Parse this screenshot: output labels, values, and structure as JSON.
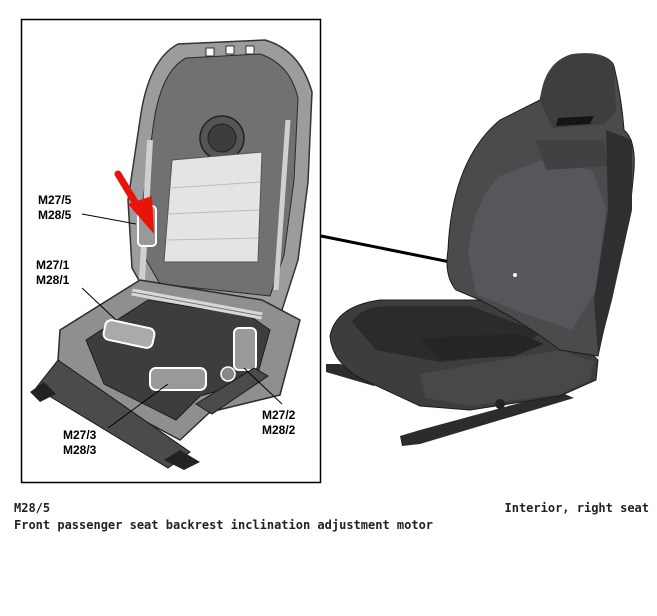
{
  "callouts": [
    {
      "line1": "M27/5",
      "line2": "M28/5"
    },
    {
      "line1": "M27/1",
      "line2": "M28/1"
    },
    {
      "line1": "M27/3",
      "line2": "M28/3"
    },
    {
      "line1": "M27/2",
      "line2": "M28/2"
    }
  ],
  "caption": {
    "code": "M28/5",
    "description": "Front passenger seat backrest inclination adjustment motor",
    "location": "Interior, right seat"
  },
  "colors": {
    "arrow": "#e8140c",
    "frame": "#000000",
    "seat_dark": "#3a3b3d",
    "frame_grey": "#8a8c8e"
  }
}
